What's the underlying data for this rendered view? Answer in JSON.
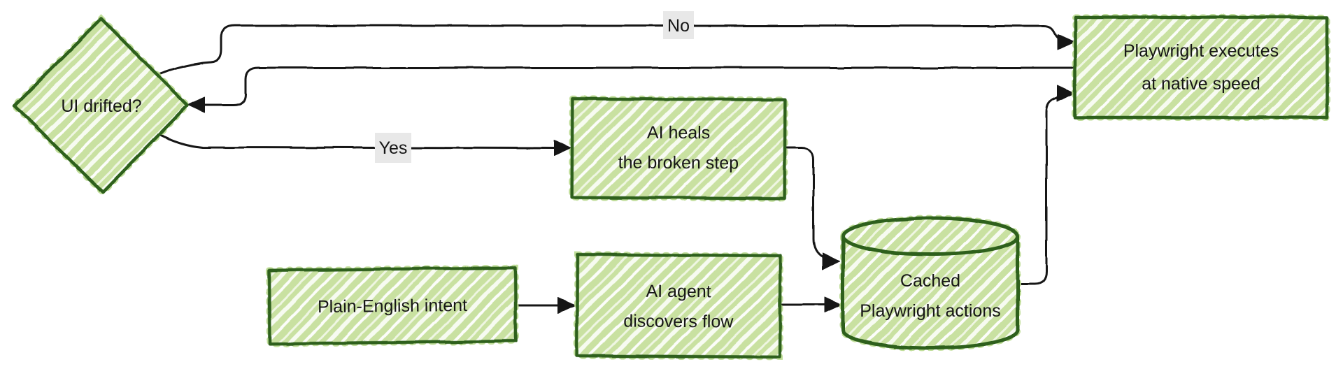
{
  "diagram": {
    "type": "flowchart",
    "style": "hand-drawn-sketch",
    "background": "#ffffff",
    "colors": {
      "node_fill": "#c9e1a1",
      "node_hatch": "#ffffff",
      "node_border": "#2d611c",
      "edge_line": "#141414",
      "edge_label_background": "#e8e8e8",
      "text": "#161616"
    },
    "nodes": {
      "ui_drifted": {
        "shape": "diamond",
        "label": "UI drifted?"
      },
      "plain_english_intent": {
        "shape": "rectangle",
        "label": "Plain-English intent"
      },
      "ai_agent": {
        "shape": "rectangle",
        "label": "AI agent discovers flow",
        "lines": [
          "AI agent",
          "discovers flow"
        ]
      },
      "cached_actions": {
        "shape": "cylinder",
        "label": "Cached Playwright actions",
        "lines": [
          "Cached",
          "Playwright actions"
        ]
      },
      "ai_heals": {
        "shape": "rectangle",
        "label": "AI heals the broken step",
        "lines": [
          "AI heals",
          "the broken step"
        ]
      },
      "playwright_executes": {
        "shape": "rectangle",
        "label": "Playwright executes at native speed",
        "lines": [
          "Playwright executes",
          "at native speed"
        ]
      }
    },
    "edge_labels": {
      "no": "No",
      "yes": "Yes"
    },
    "edges": [
      {
        "from": "plain_english_intent",
        "to": "ai_agent",
        "label": ""
      },
      {
        "from": "ai_agent",
        "to": "cached_actions",
        "label": ""
      },
      {
        "from": "ai_heals",
        "to": "cached_actions",
        "label": ""
      },
      {
        "from": "cached_actions",
        "to": "playwright_executes",
        "label": ""
      },
      {
        "from": "playwright_executes",
        "to": "ui_drifted",
        "label": ""
      },
      {
        "from": "ui_drifted",
        "to": "playwright_executes",
        "label": "No"
      },
      {
        "from": "ui_drifted",
        "to": "ai_heals",
        "label": "Yes"
      }
    ]
  }
}
